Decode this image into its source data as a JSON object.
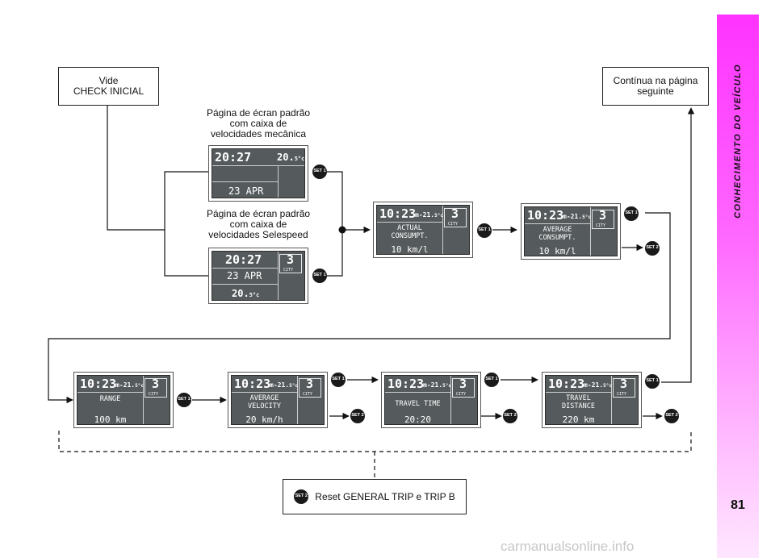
{
  "page": {
    "number": "81",
    "sidebar_title": "CONHECIMENTO DO VEÍCULO",
    "watermark": "carmanualsonline.info"
  },
  "boxes": {
    "check": "Vide\nCHECK INICIAL",
    "continue": "Contínua na página\nseguinte",
    "reset_text": "Reset GENERAL TRIP e TRIP B"
  },
  "notes": {
    "mech": "Página de écran padrão\ncom caixa de\nvelocidades mecânica",
    "sele": "Página de écran padrão\ncom caixa de\nvelocidades Selespeed"
  },
  "buttons": {
    "set1": "SET 1",
    "set2": "SET 2"
  },
  "screens": {
    "mech": {
      "time": "20:27",
      "temp": "20.",
      "temp_dec": "5°c",
      "date": "23 APR"
    },
    "sele": {
      "time": "20:27",
      "gear": "3",
      "mode": "CITY",
      "date": "23 APR",
      "temp": "20.",
      "temp_dec": "5°c"
    },
    "common": {
      "time": "10:23",
      "temp": "m-21.",
      "temp_dec": "5°c",
      "gear": "3",
      "mode": "CITY"
    },
    "actual": {
      "line1": "ACTUAL",
      "line2": "CONSUMPT.",
      "value": "10 km/l"
    },
    "average": {
      "line1": "AVERAGE",
      "line2": "CONSUMPT.",
      "value": "10 km/l"
    },
    "range": {
      "line1": "RANGE",
      "value": "100 km"
    },
    "velocity": {
      "line1": "AVERAGE",
      "line2": "VELOCITY",
      "value": "20 km/h"
    },
    "traveltime": {
      "line1": "TRAVEL TIME",
      "value": "20:20"
    },
    "distance": {
      "line1": "TRAVEL",
      "line2": "DISTANCE",
      "value": "220 km"
    }
  }
}
